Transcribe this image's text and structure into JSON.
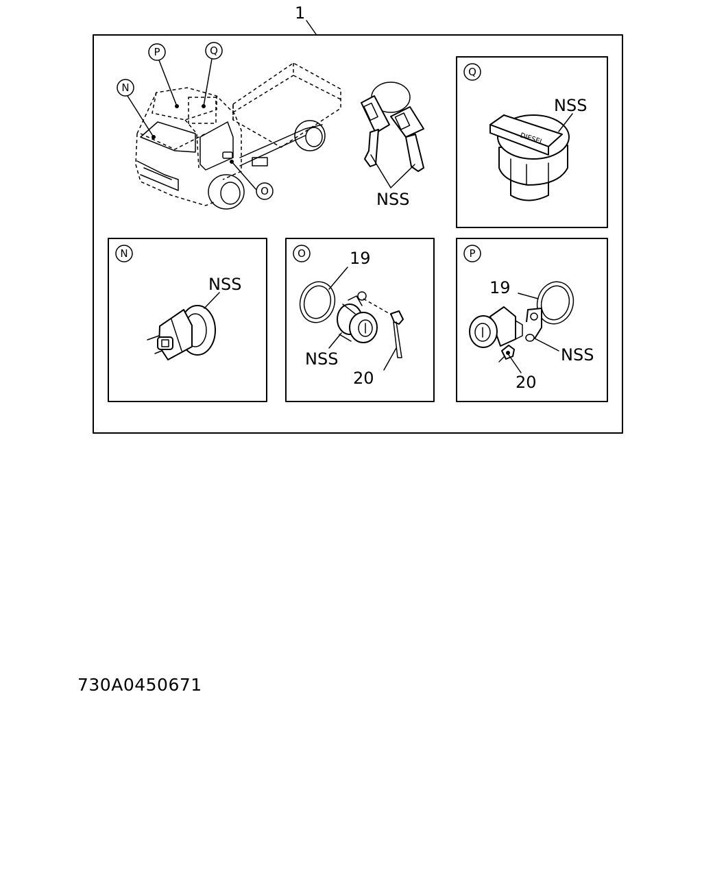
{
  "diagram": {
    "main_callout": "1",
    "truck_callouts": [
      "P",
      "Q",
      "N",
      "O"
    ],
    "nss": "NSS",
    "keys_label": "NSS",
    "panel_q": {
      "tag": "Q",
      "label": "NSS",
      "cap_text": "DIESEL"
    },
    "panel_n": {
      "tag": "N",
      "label": "NSS"
    },
    "panel_o": {
      "tag": "O",
      "ring": "19",
      "cylinder": "NSS",
      "clip": "20"
    },
    "panel_p": {
      "tag": "P",
      "ring": "19",
      "cylinder": "NSS",
      "clip": "20"
    }
  },
  "document_number": "730A0450671"
}
